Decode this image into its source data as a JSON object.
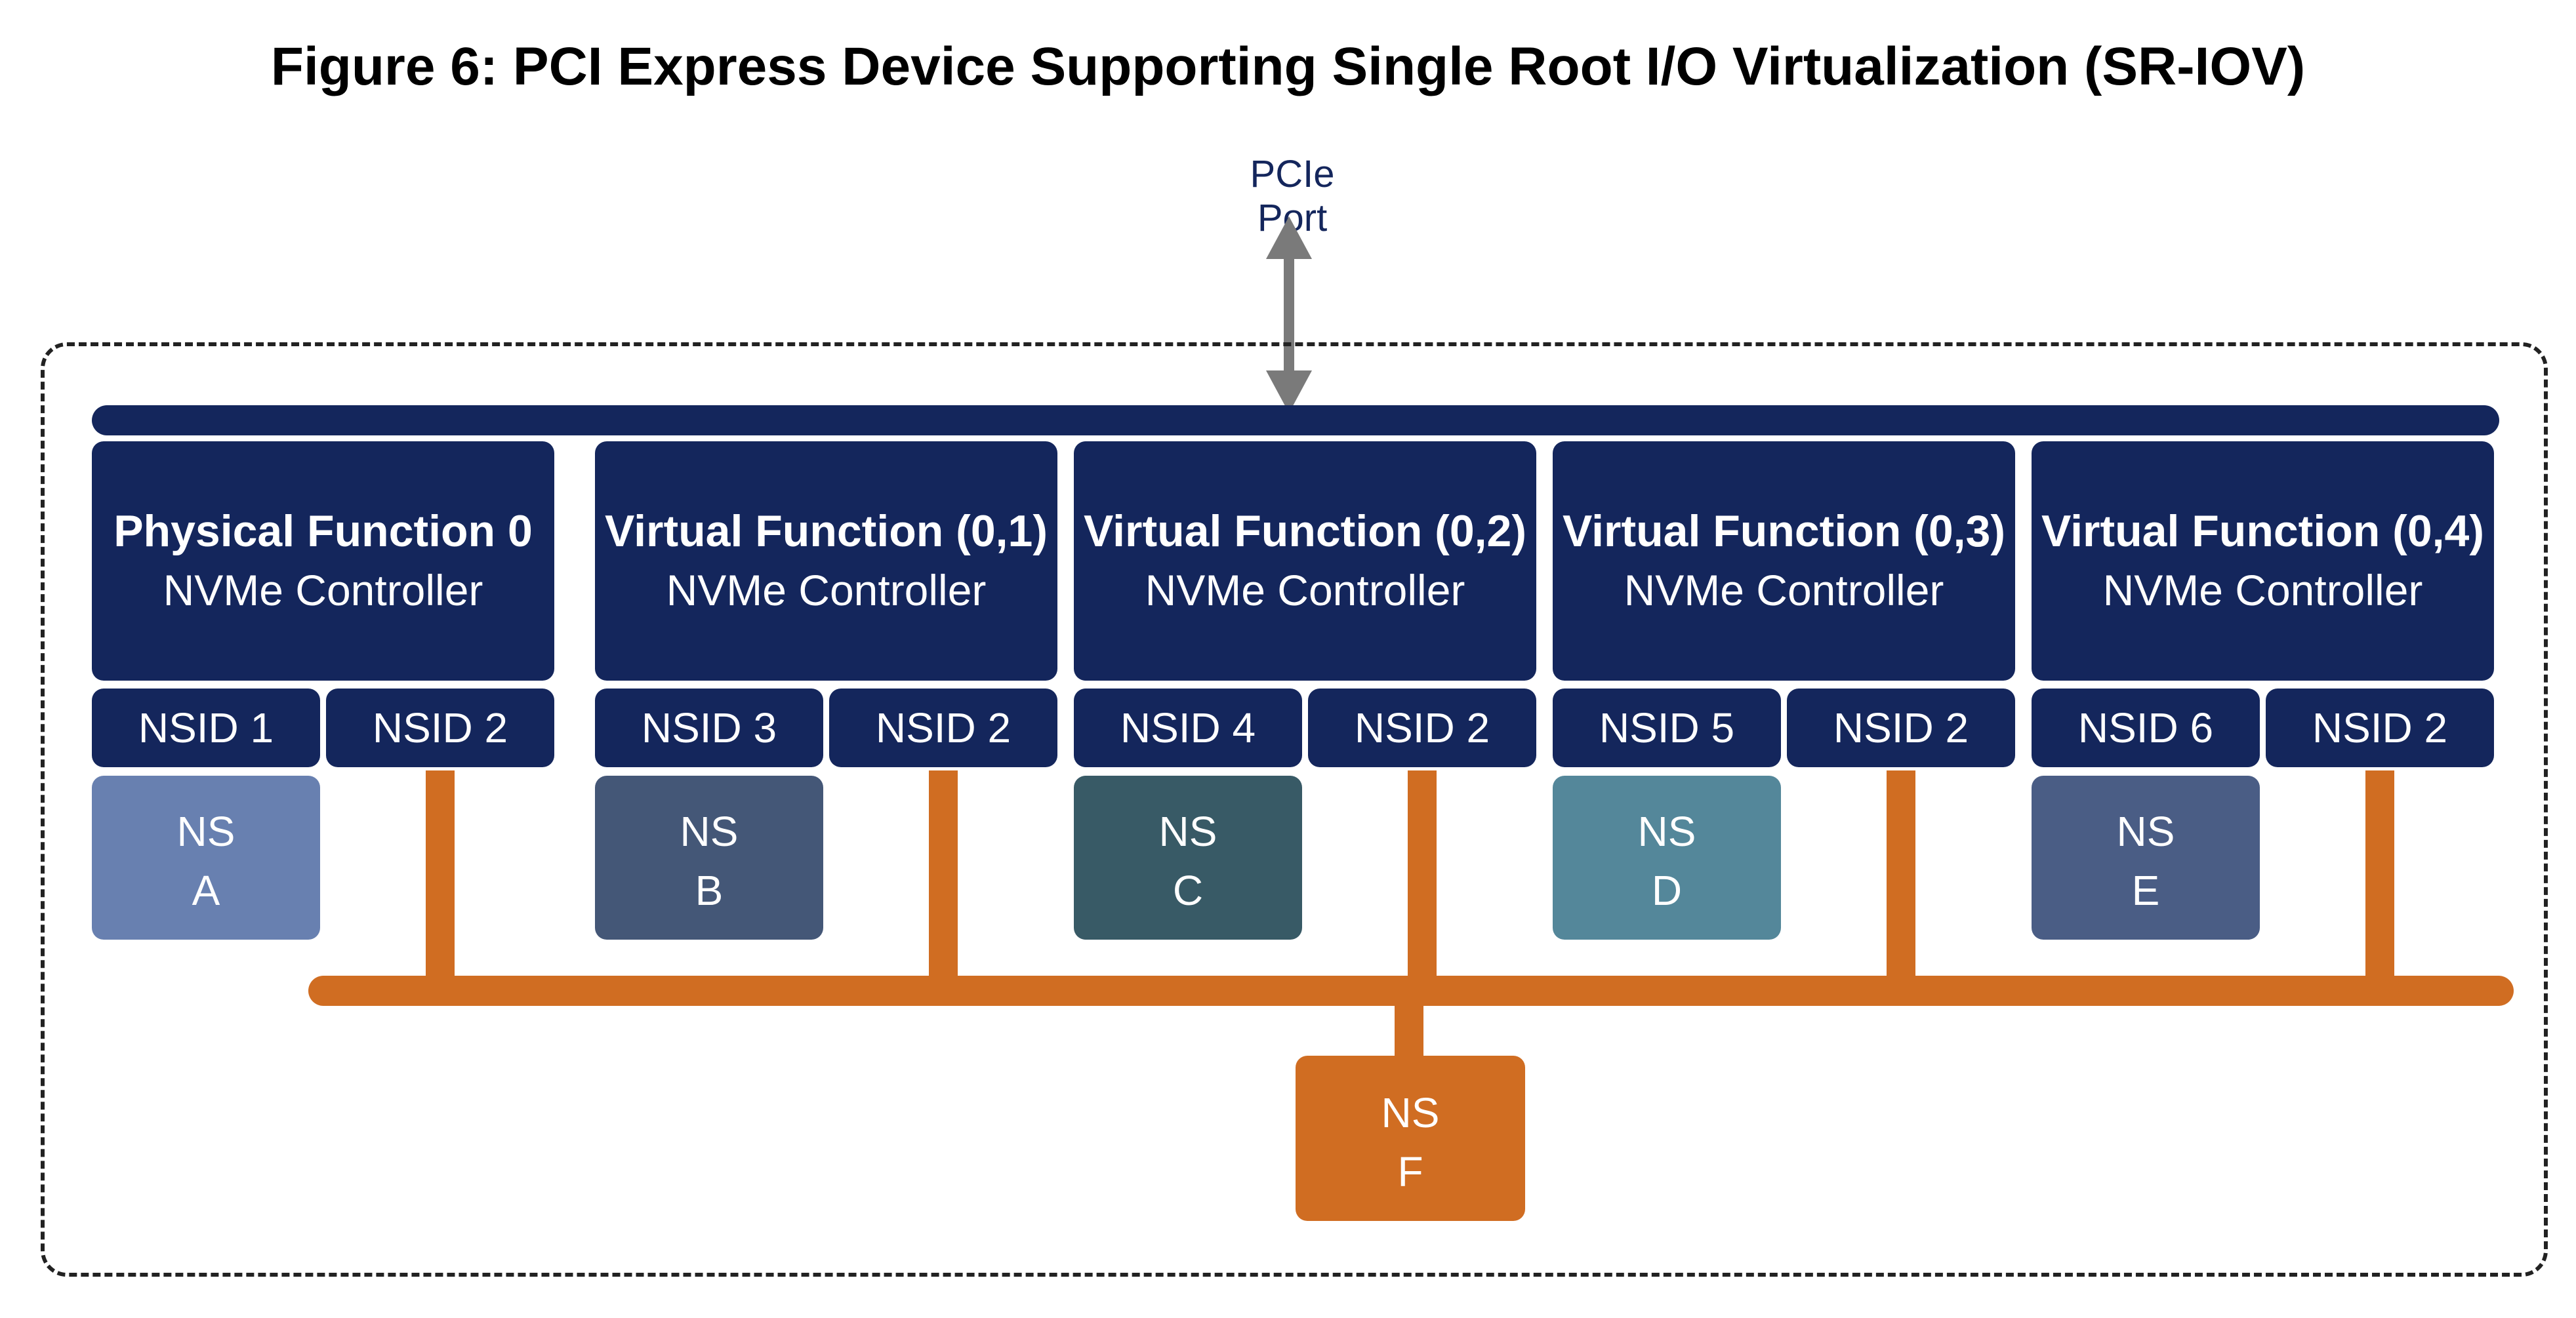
{
  "title": "Figure 6: PCI Express Device Supporting Single Root I/O Virtualization (SR-IOV)",
  "port_label": "PCIe Port",
  "colors": {
    "navy": "#14265c",
    "orange": "#d06d22",
    "arrow_gray": "#7a7a7a",
    "ns_a": "#6880b0",
    "ns_b": "#445777",
    "ns_c": "#385a66",
    "ns_d": "#54879a",
    "ns_e": "#4a5d85",
    "ns_f": "#d06d22"
  },
  "controllers": [
    {
      "function": "Physical Function 0",
      "type": "NVMe Controller",
      "private_nsid": "NSID 1",
      "shared_nsid": "NSID 2",
      "private_ns_line1": "NS",
      "private_ns_line2": "A"
    },
    {
      "function": "Virtual Function (0,1)",
      "type": "NVMe Controller",
      "private_nsid": "NSID 3",
      "shared_nsid": "NSID 2",
      "private_ns_line1": "NS",
      "private_ns_line2": "B"
    },
    {
      "function": "Virtual Function (0,2)",
      "type": "NVMe Controller",
      "private_nsid": "NSID 4",
      "shared_nsid": "NSID 2",
      "private_ns_line1": "NS",
      "private_ns_line2": "C"
    },
    {
      "function": "Virtual Function (0,3)",
      "type": "NVMe Controller",
      "private_nsid": "NSID 5",
      "shared_nsid": "NSID 2",
      "private_ns_line1": "NS",
      "private_ns_line2": "D"
    },
    {
      "function": "Virtual Function (0,4)",
      "type": "NVMe Controller",
      "private_nsid": "NSID 6",
      "shared_nsid": "NSID 2",
      "private_ns_line1": "NS",
      "private_ns_line2": "E"
    }
  ],
  "shared_namespace": {
    "line1": "NS",
    "line2": "F"
  }
}
